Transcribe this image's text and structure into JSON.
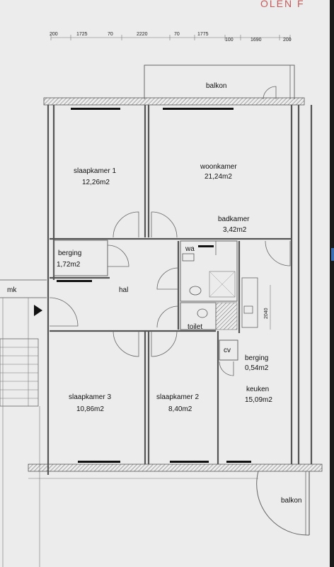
{
  "stamp_text": "OLEN F",
  "dimensions": [
    "200",
    "1725",
    "70",
    "2220",
    "70",
    "1775",
    "100",
    "1690",
    "200"
  ],
  "vertical_dimension": "2040",
  "rooms": {
    "balkon_top": "balkon",
    "slaapkamer1": {
      "name": "slaapkamer 1",
      "area": "12,26m2"
    },
    "woonkamer": {
      "name": "woonkamer",
      "area": "21,24m2"
    },
    "badkamer": {
      "name": "badkamer",
      "area": "3,42m2"
    },
    "berging1": {
      "name": "berging",
      "area": "1,72m2"
    },
    "wa": "wa",
    "mk": "mk",
    "hal": "hal",
    "toilet": "toilet",
    "cv": "cv",
    "berging2": {
      "name": "berging",
      "area": "0,54m2"
    },
    "slaapkamer3": {
      "name": "slaapkamer 3",
      "area": "10,86m2"
    },
    "slaapkamer2": {
      "name": "slaapkamer 2",
      "area": "8,40m2"
    },
    "keuken": {
      "name": "keuken",
      "area": "15,09m2"
    },
    "balkon_bottom": "balkon"
  }
}
